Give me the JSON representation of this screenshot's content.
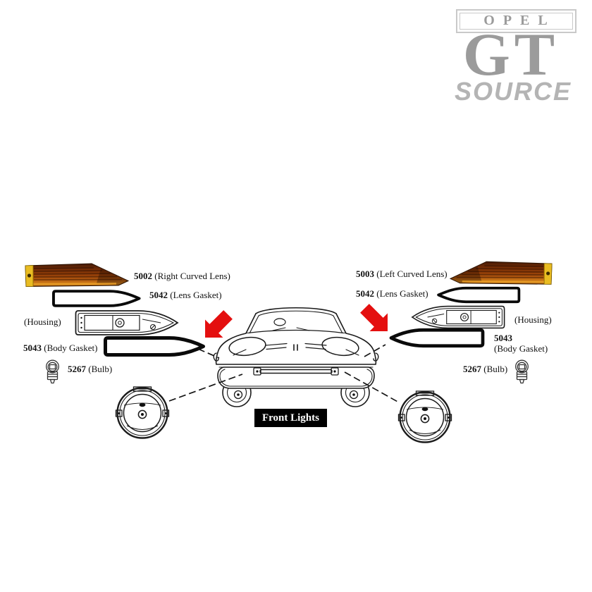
{
  "logo": {
    "opel": "OPEL",
    "gt": "GT",
    "source": "SOURCE"
  },
  "badge": {
    "label": "Front Lights"
  },
  "left": {
    "lens": {
      "number": "5002",
      "name": "(Right Curved Lens)"
    },
    "lens_gasket": {
      "number": "5042",
      "name": "(Lens Gasket)"
    },
    "housing": {
      "name": "(Housing)"
    },
    "body_gasket": {
      "number": "5043",
      "name": "(Body Gasket)"
    },
    "bulb": {
      "number": "5267",
      "name": "(Bulb)"
    }
  },
  "right": {
    "lens": {
      "number": "5003",
      "name": "(Left Curved Lens)"
    },
    "lens_gasket": {
      "number": "5042",
      "name": "(Lens Gasket)"
    },
    "housing": {
      "name": "(Housing)"
    },
    "body_gasket": {
      "number": "5043",
      "name": "(Body Gasket)"
    },
    "bulb": {
      "number": "5267",
      "name": "(Bulb)"
    }
  },
  "icons": {
    "left_pointer": "red-arrow-down-left",
    "right_pointer": "red-arrow-down-right"
  },
  "colors": {
    "arrow_red": "#e40f0f",
    "lens_amber": "#9c4408",
    "lens_yellow": "#e9bc22",
    "logo_gray": "#9b9b9b",
    "badge_bg": "#000000",
    "badge_text": "#ffffff"
  }
}
